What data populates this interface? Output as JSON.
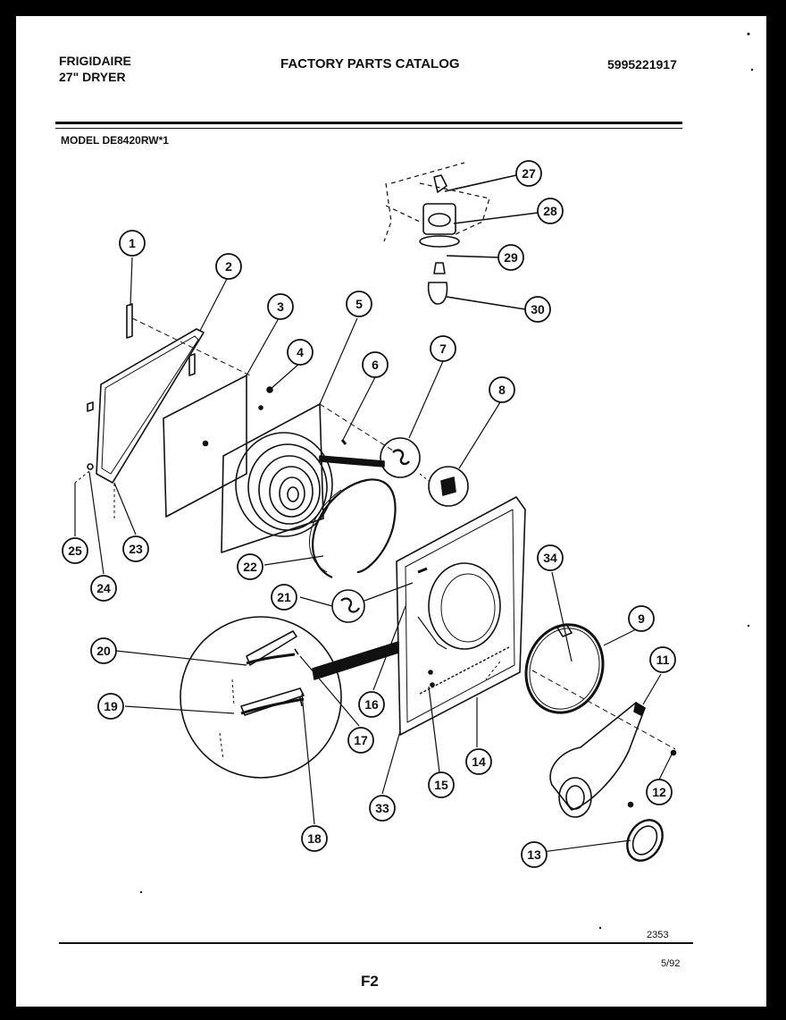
{
  "header": {
    "brand": "FRIGIDAIRE",
    "product": "27\" DRYER",
    "catalog_title": "FACTORY PARTS CATALOG",
    "catalog_number": "5995221917",
    "model": "MODEL DE8420RW*1"
  },
  "footer": {
    "drawing_number": "2353",
    "date": "5/92",
    "page": "F2"
  },
  "callouts": [
    "1",
    "2",
    "3",
    "4",
    "5",
    "6",
    "7",
    "8",
    "9",
    "11",
    "12",
    "13",
    "14",
    "15",
    "16",
    "17",
    "18",
    "19",
    "20",
    "21",
    "22",
    "23",
    "24",
    "25",
    "27",
    "28",
    "29",
    "30",
    "33",
    "34"
  ]
}
